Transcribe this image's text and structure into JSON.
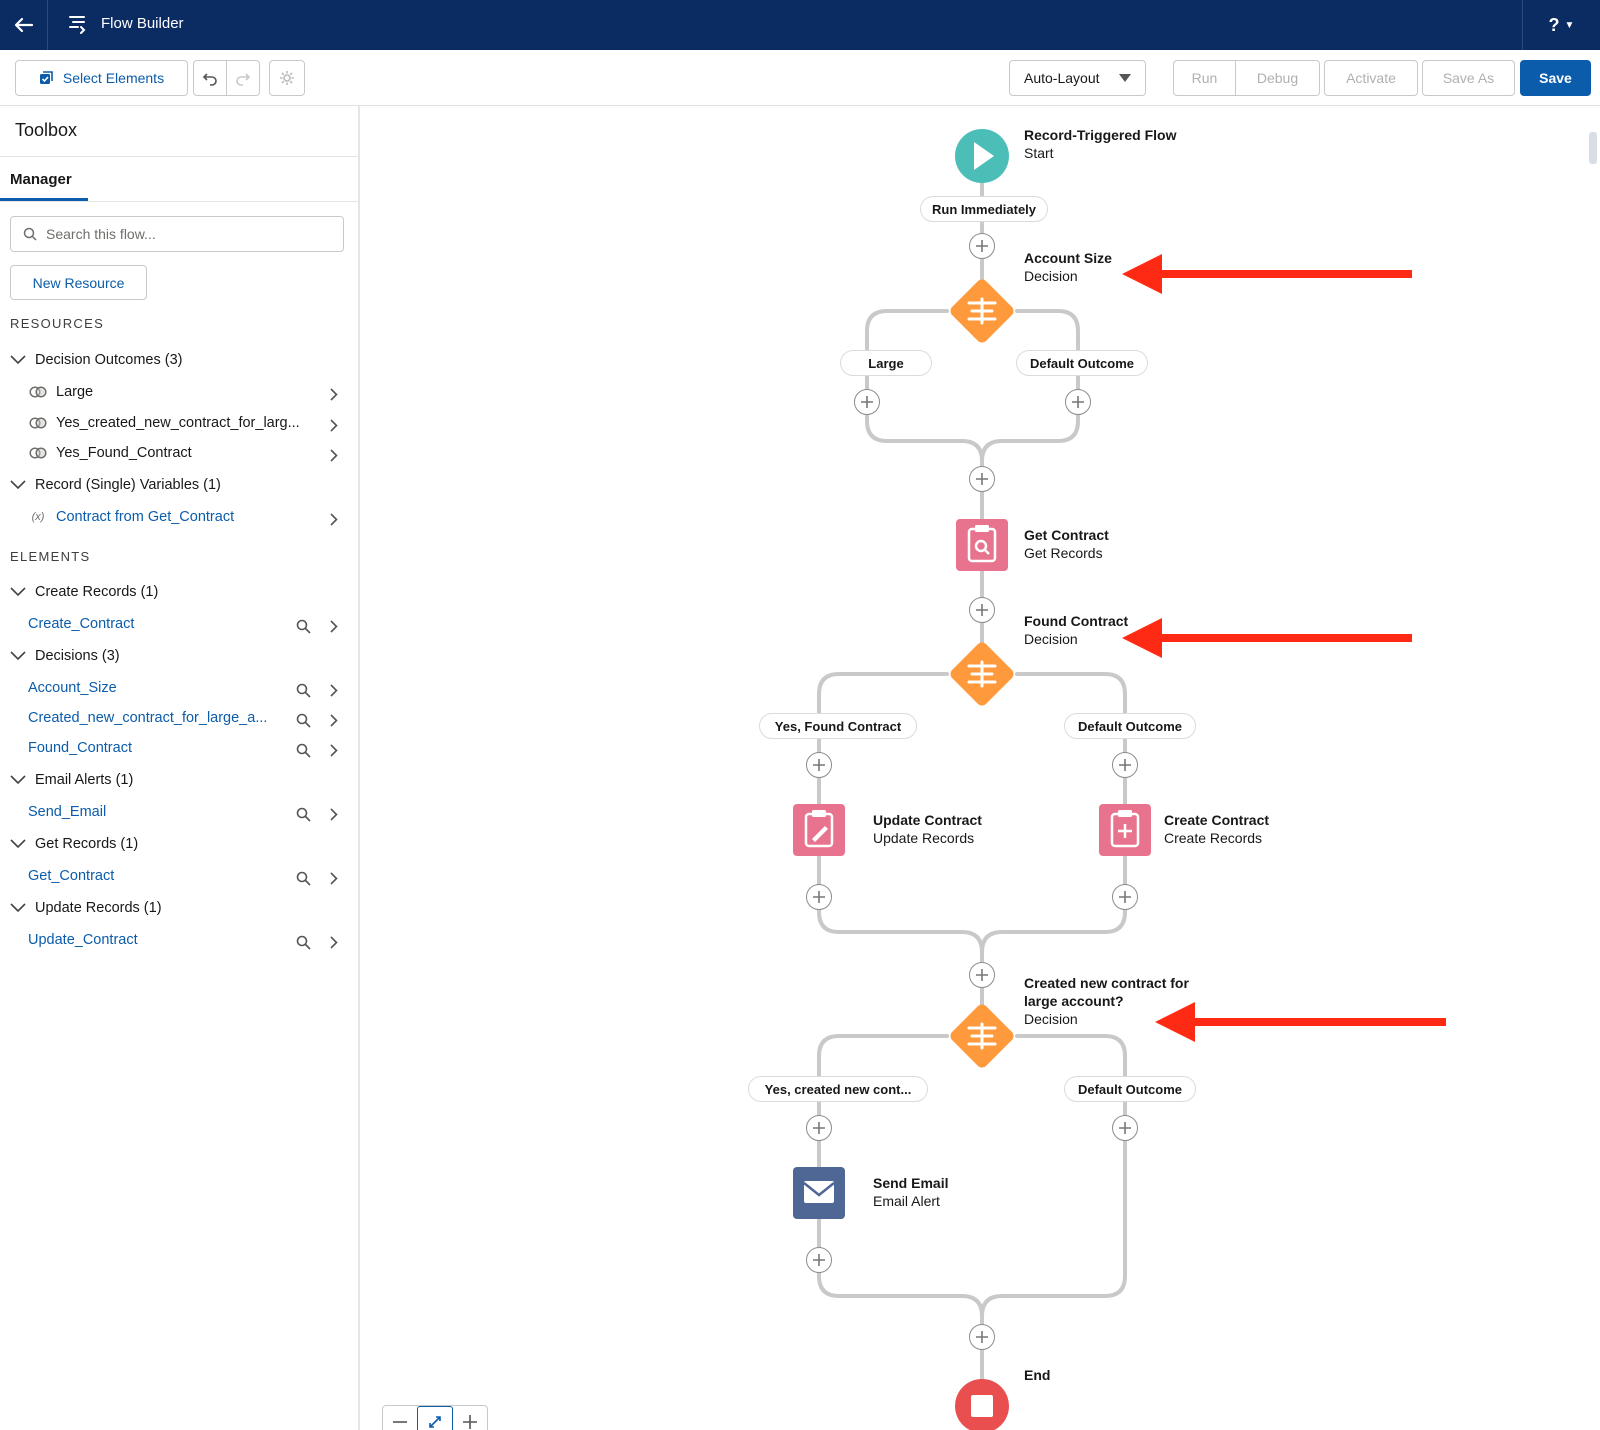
{
  "app": {
    "title": "Flow Builder",
    "help_label": "?"
  },
  "toolbar": {
    "select_elements": "Select Elements",
    "layout_mode": "Auto-Layout",
    "run": "Run",
    "debug": "Debug",
    "activate": "Activate",
    "save_as": "Save As",
    "save": "Save"
  },
  "sidebar": {
    "title": "Toolbox",
    "tab": "Manager",
    "search_placeholder": "Search this flow...",
    "new_resource": "New Resource",
    "resources_heading": "RESOURCES",
    "elements_heading": "ELEMENTS",
    "resource_groups": [
      {
        "label": "Decision Outcomes (3)",
        "items": [
          "Large",
          "Yes_created_new_contract_for_larg...",
          "Yes_Found_Contract"
        ]
      },
      {
        "label": "Record (Single) Variables (1)",
        "items": [
          "Contract from Get_Contract"
        ]
      }
    ],
    "element_groups": [
      {
        "label": "Create Records (1)",
        "items": [
          "Create_Contract"
        ]
      },
      {
        "label": "Decisions (3)",
        "items": [
          "Account_Size",
          "Created_new_contract_for_large_a...",
          "Found_Contract"
        ]
      },
      {
        "label": "Email Alerts (1)",
        "items": [
          "Send_Email"
        ]
      },
      {
        "label": "Get Records (1)",
        "items": [
          "Get_Contract"
        ]
      },
      {
        "label": "Update Records (1)",
        "items": [
          "Update_Contract"
        ]
      }
    ]
  },
  "canvas": {
    "start": {
      "title": "Record-Triggered Flow",
      "subtitle": "Start"
    },
    "run_immediately": "Run Immediately",
    "decision1": {
      "title": "Account Size",
      "subtitle": "Decision",
      "left_outcome": "Large",
      "right_outcome": "Default Outcome"
    },
    "get_records": {
      "title": "Get Contract",
      "subtitle": "Get Records"
    },
    "decision2": {
      "title": "Found Contract",
      "subtitle": "Decision",
      "left_outcome": "Yes, Found Contract",
      "right_outcome": "Default Outcome"
    },
    "update_records": {
      "title": "Update Contract",
      "subtitle": "Update Records"
    },
    "create_records": {
      "title": "Create Contract",
      "subtitle": "Create Records"
    },
    "decision3": {
      "title_line1": "Created new contract for",
      "title_line2": "large account?",
      "subtitle": "Decision",
      "left_outcome": "Yes, created new cont...",
      "right_outcome": "Default Outcome"
    },
    "email_alert": {
      "title": "Send Email",
      "subtitle": "Email Alert"
    },
    "end": {
      "title": "End"
    }
  },
  "colors": {
    "header": "#0b2c63",
    "brand_blue": "#0b5cab",
    "start_node": "#4bbfb7",
    "decision_node": "#ff9a3c",
    "records_node": "#e8738e",
    "email_node": "#4e6794",
    "end_node": "#ea001e",
    "annotation_arrow": "#ff2a14"
  }
}
